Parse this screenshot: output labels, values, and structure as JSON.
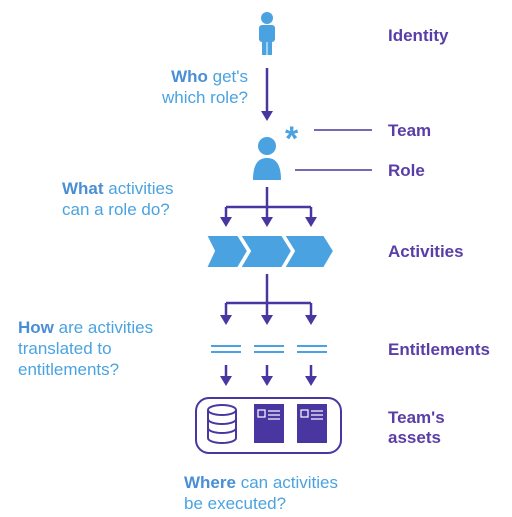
{
  "labels": {
    "identity": "Identity",
    "team": "Team",
    "role": "Role",
    "activities": "Activities",
    "entitlements": "Entitlements",
    "assets_line1": "Team's",
    "assets_line2": "assets"
  },
  "questions": {
    "who": {
      "strong": "Who",
      "rest1": " get's",
      "line2": "which role?"
    },
    "what": {
      "strong": "What",
      "rest1": " activities",
      "line2": "can a role do?"
    },
    "how": {
      "strong": "How",
      "rest1": " are activities",
      "line2": "translated to",
      "line3": "entitlements?"
    },
    "where": {
      "strong": "Where",
      "rest1": " can activities",
      "line2": "be executed?"
    }
  },
  "colors": {
    "dark_purple": "#4a36a0",
    "light_blue": "#4aa3e0",
    "label_purple": "#5a3ea8"
  },
  "icons": [
    "person-icon",
    "asterisk-icon",
    "role-person-icon",
    "chevron-process-icon",
    "equals-lines-icon",
    "database-icon",
    "server-icon"
  ]
}
